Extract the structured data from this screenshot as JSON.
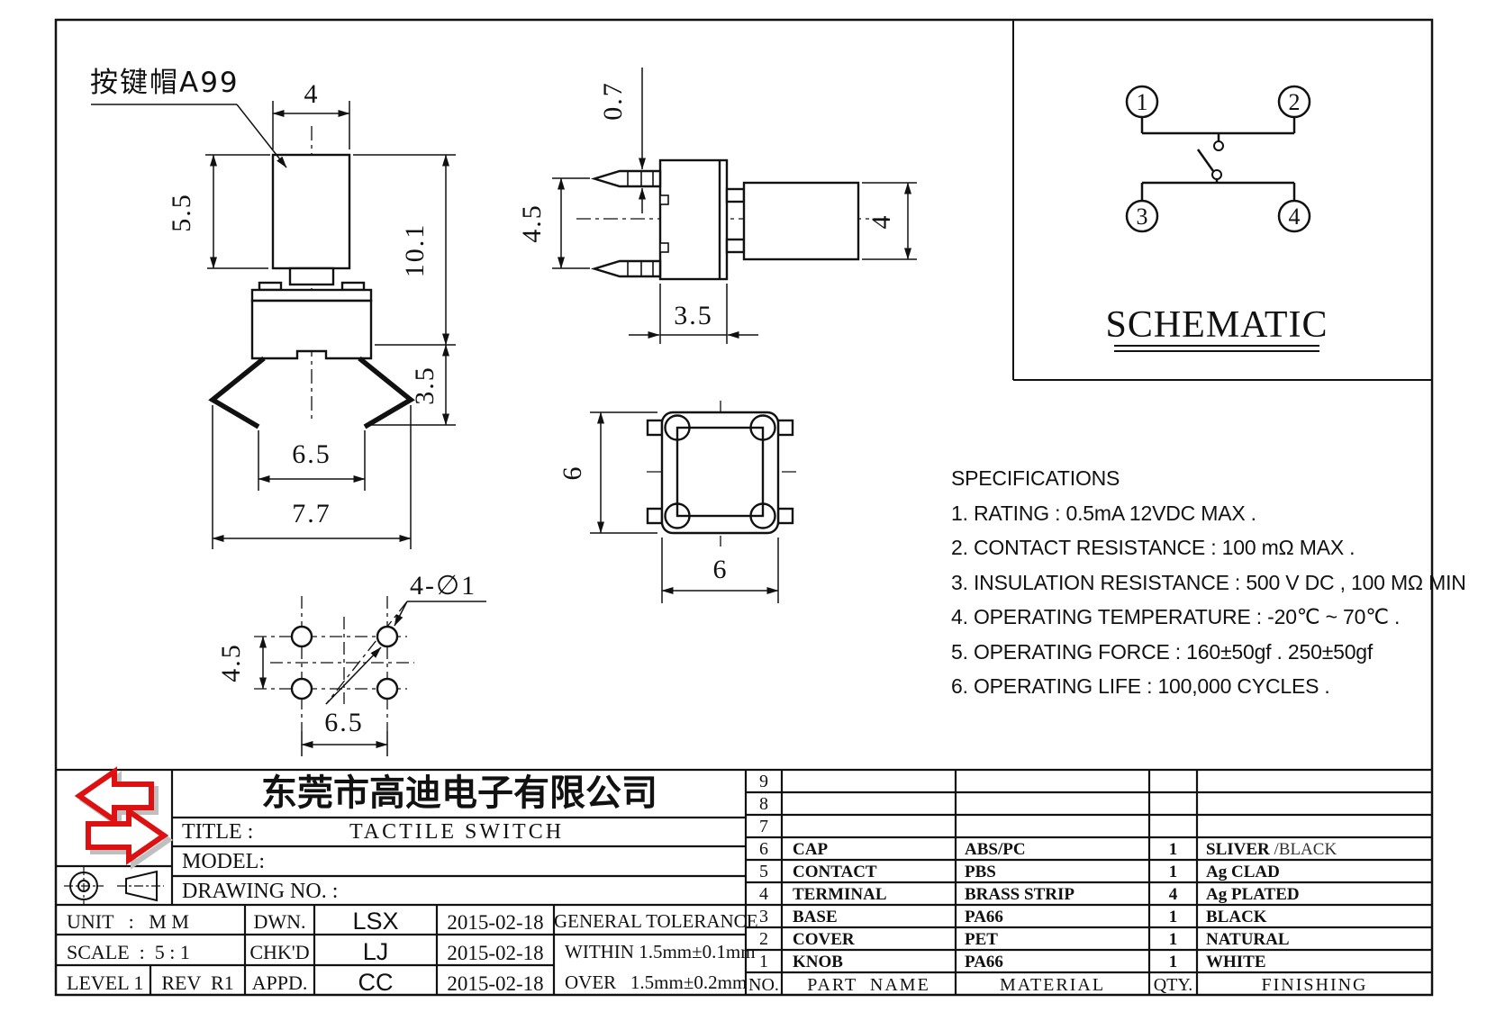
{
  "drawing": {
    "cap_label": "按键帽A99",
    "views": {
      "front": {
        "dims": {
          "cap_width": "4",
          "cap_height": "5.5",
          "total_height": "10.1",
          "lead_height": "3.5",
          "lead_span": "6.5",
          "overall_width": "7.7"
        }
      },
      "side": {
        "dims": {
          "pin_thickness": "0.7",
          "pin_pitch": "4.5",
          "body_depth": "3.5",
          "cap_width": "4"
        }
      },
      "top": {
        "dims": {
          "body_height": "6",
          "body_width": "6"
        }
      },
      "bottom": {
        "hole_callout": "4-∅1",
        "dims": {
          "pitch_vertical": "4.5",
          "pitch_horizontal": "6.5"
        }
      }
    },
    "schematic": {
      "title": "SCHEMATIC",
      "pins": [
        "1",
        "2",
        "3",
        "4"
      ]
    }
  },
  "specifications": {
    "title": "SPECIFICATIONS",
    "items": [
      "1. RATING : 0.5mA 12VDC MAX .",
      "2. CONTACT RESISTANCE : 100 mΩ MAX .",
      "3. INSULATION RESISTANCE : 500 V DC , 100 MΩ MIN",
      "4. OPERATING TEMPERATURE : -20℃ ~ 70℃ .",
      "5. OPERATING FORCE : 160±50gf . 250±50gf",
      "6. OPERATING LIFE : 100,000 CYCLES ."
    ]
  },
  "title_block": {
    "company": "东莞市高迪电子有限公司",
    "title_label": "TITLE :",
    "title_value": "TACTILE SWITCH",
    "model_label": "MODEL:",
    "drawing_no_label": "DRAWING NO. :",
    "unit": "UNIT   :   M M",
    "scale": "SCALE  :  5 : 1",
    "level": "LEVEL 1",
    "rev": "REV  R1",
    "dwn_label": "DWN.",
    "chkd_label": "CHK'D",
    "appd_label": "APPD.",
    "dwn_by": "LSX",
    "chkd_by": "LJ",
    "appd_by": "CC",
    "dwn_date": "2015-02-18",
    "chkd_date": "2015-02-18",
    "appd_date": "2015-02-18",
    "tolerance_title": "GENERAL TOLERANCE",
    "tolerance_within": "WITHIN 1.5mm±0.1mm",
    "tolerance_over": "OVER   1.5mm±0.2mm"
  },
  "parts_table": {
    "headers": {
      "no": "NO.",
      "name": "PART  NAME",
      "material": "MATERIAL",
      "qty": "QTY.",
      "finishing": "FINISHING"
    },
    "rows": [
      {
        "no": "9",
        "name": "",
        "material": "",
        "qty": "",
        "finishing": ""
      },
      {
        "no": "8",
        "name": "",
        "material": "",
        "qty": "",
        "finishing": ""
      },
      {
        "no": "7",
        "name": "",
        "material": "",
        "qty": "",
        "finishing": ""
      },
      {
        "no": "6",
        "name": "CAP",
        "material": "ABS/PC",
        "qty": "1",
        "finishing": "SLIVER",
        "finishing2": " /BLACK"
      },
      {
        "no": "5",
        "name": "CONTACT",
        "material": "PBS",
        "qty": "1",
        "finishing": "Ag CLAD"
      },
      {
        "no": "4",
        "name": "TERMINAL",
        "material": "BRASS STRIP",
        "qty": "4",
        "finishing": "Ag PLATED"
      },
      {
        "no": "3",
        "name": "BASE",
        "material": "PA66",
        "qty": "1",
        "finishing": "BLACK"
      },
      {
        "no": "2",
        "name": "COVER",
        "material": "PET",
        "qty": "1",
        "finishing": "NATURAL"
      },
      {
        "no": "1",
        "name": "KNOB",
        "material": "PA66",
        "qty": "1",
        "finishing": "WHITE"
      }
    ]
  },
  "colors": {
    "line": "#111111",
    "logo_red": "#dd1111",
    "paper": "#ffffff"
  }
}
